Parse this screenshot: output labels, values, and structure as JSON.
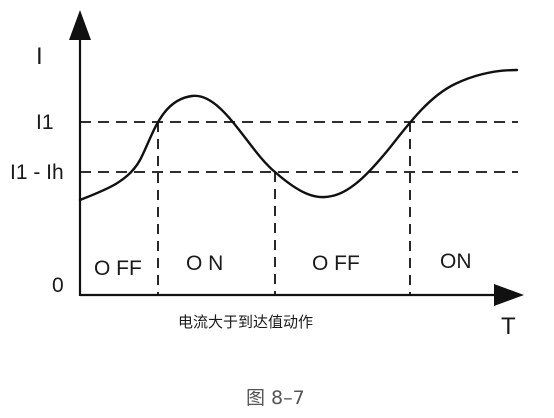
{
  "diagram": {
    "y_axis_label": "I",
    "x_axis_label": "T",
    "origin_label": "0",
    "levels": [
      {
        "label": "I1"
      },
      {
        "label": "I1 - Ih"
      }
    ],
    "states": [
      {
        "label": "O FF"
      },
      {
        "label": "O N"
      },
      {
        "label": "O FF"
      },
      {
        "label": "ON"
      }
    ],
    "caption": "电流大于到达值动作",
    "figure_label": "图 8–7",
    "colors": {
      "line": "#111111"
    }
  }
}
